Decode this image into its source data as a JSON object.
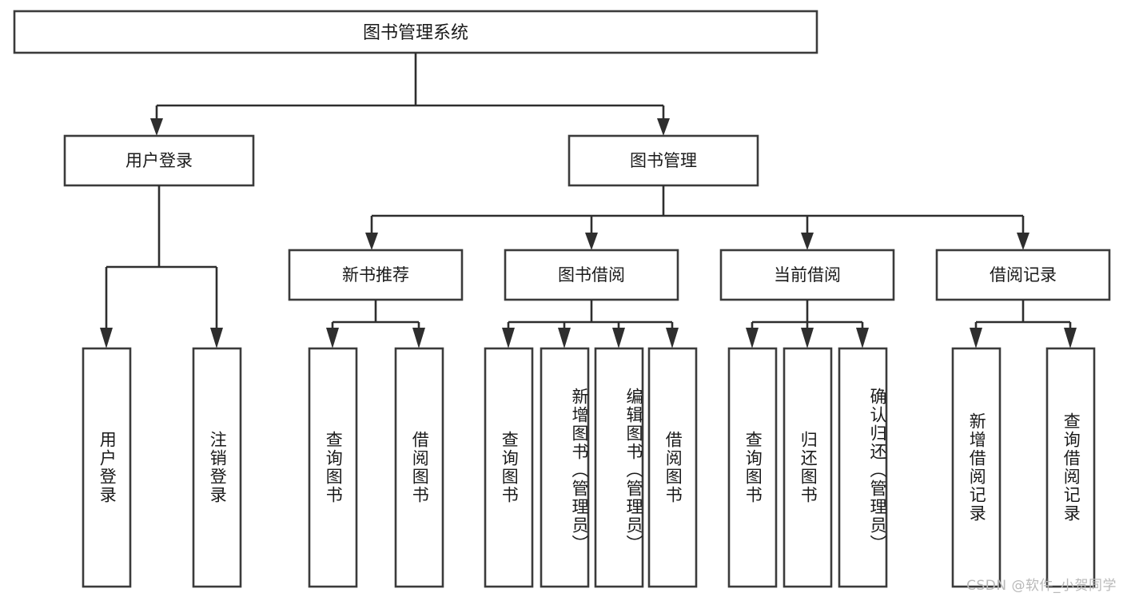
{
  "diagram": {
    "type": "tree-hierarchy",
    "title": "图书管理系统",
    "watermark": "CSDN @软件_小贺同学",
    "colors": {
      "box_stroke": "#3b3b3b",
      "box_fill": "#ffffff",
      "connector": "#2e2e2e",
      "text": "#1a1a1a",
      "watermark": "#b9b9b9",
      "background": "#ffffff"
    },
    "root": {
      "label": "图书管理系统",
      "children": [
        {
          "label": "用户登录",
          "children": [
            {
              "label": "用户登录"
            },
            {
              "label": "注销登录"
            }
          ]
        },
        {
          "label": "图书管理",
          "children": [
            {
              "label": "新书推荐",
              "children": [
                {
                  "label": "查询图书"
                },
                {
                  "label": "借阅图书"
                }
              ]
            },
            {
              "label": "图书借阅",
              "children": [
                {
                  "label": "查询图书"
                },
                {
                  "label": "新增图书（管理员）"
                },
                {
                  "label": "编辑图书（管理员）"
                },
                {
                  "label": "借阅图书"
                }
              ]
            },
            {
              "label": "当前借阅",
              "children": [
                {
                  "label": "查询图书"
                },
                {
                  "label": "归还图书"
                },
                {
                  "label": "确认归还（管理员）"
                }
              ]
            },
            {
              "label": "借阅记录",
              "children": [
                {
                  "label": "新增借阅记录"
                },
                {
                  "label": "查询借阅记录"
                }
              ]
            }
          ]
        }
      ]
    },
    "tier2": {
      "user_login": "用户登录",
      "book_manage": "图书管理"
    },
    "tier3": {
      "new_book_rec": "新书推荐",
      "book_borrow": "图书借阅",
      "current_borrow": "当前借阅",
      "borrow_record": "借阅记录"
    },
    "leaves": {
      "login_group": [
        "用户登录",
        "注销登录"
      ],
      "newbook_group": [
        "查询图书",
        "借阅图书"
      ],
      "borrow_group": [
        "查询图书",
        "新增图书（管理员）",
        "编辑图书（管理员）",
        "借阅图书"
      ],
      "current_group": [
        "查询图书",
        "归还图书",
        "确认归还（管理员）"
      ],
      "record_group": [
        "新增借阅记录",
        "查询借阅记录"
      ]
    }
  }
}
